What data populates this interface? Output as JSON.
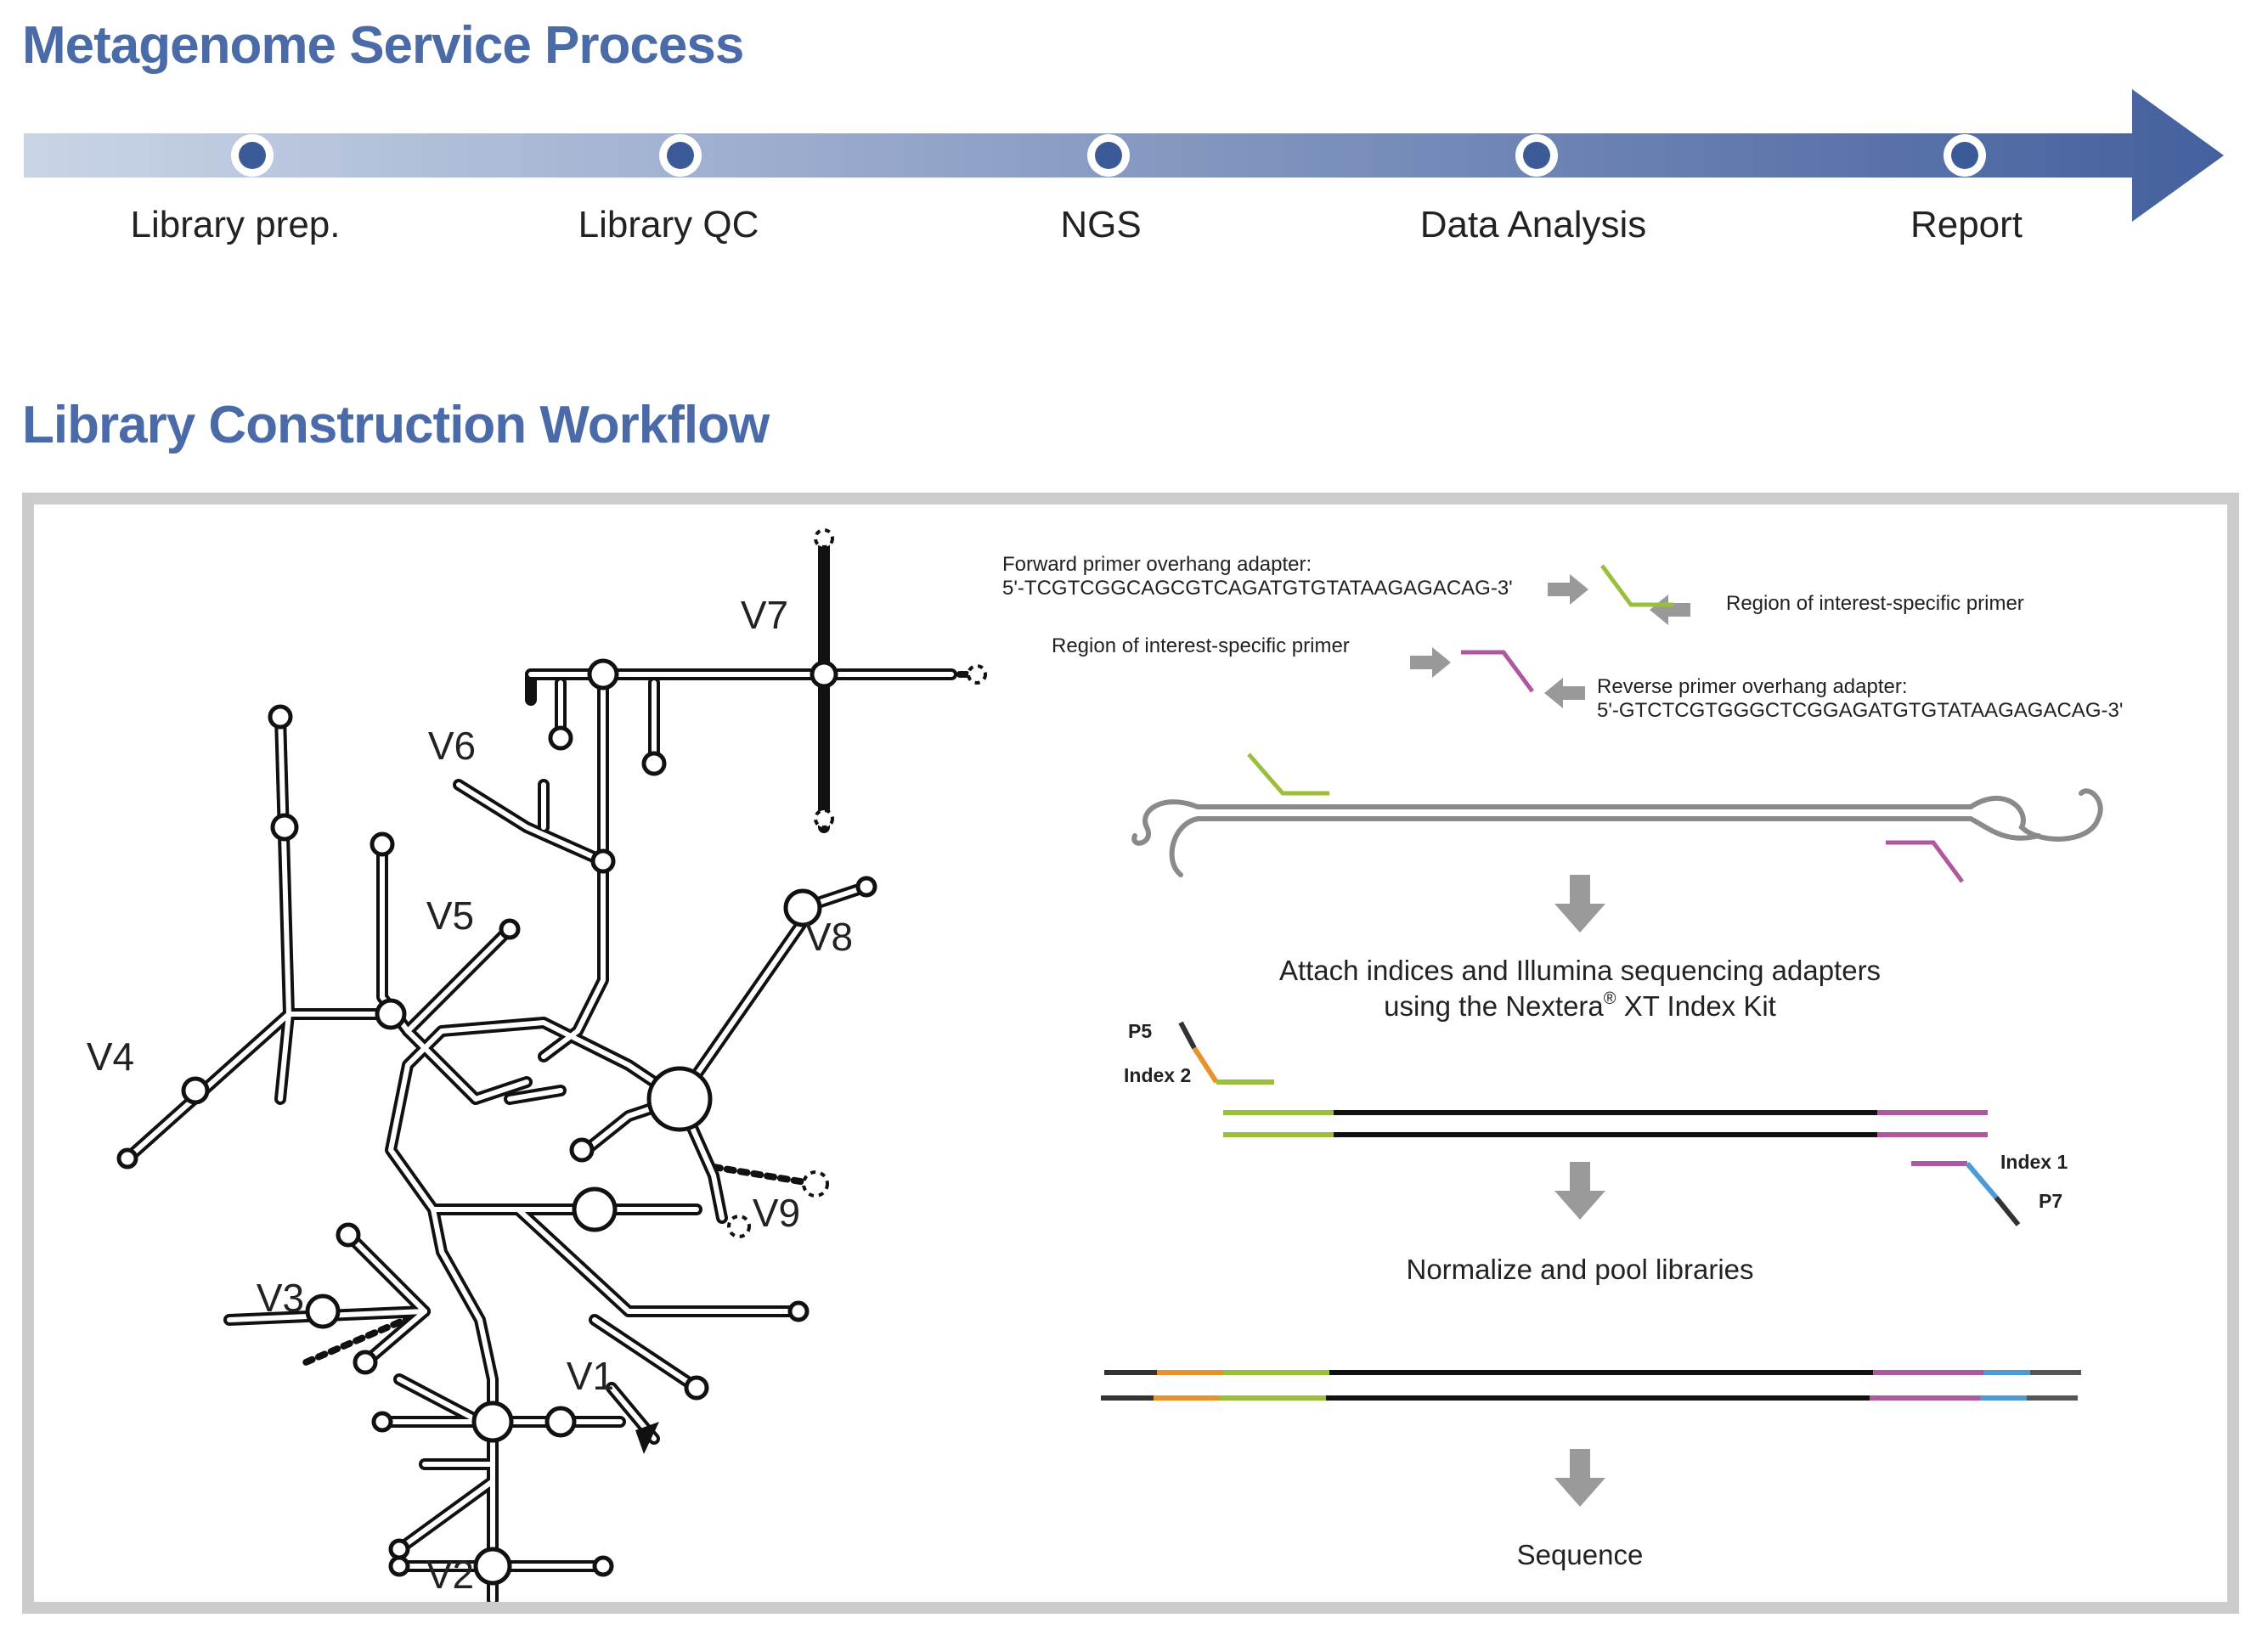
{
  "titles": {
    "process": "Metagenome Service Process",
    "workflow": "Library Construction Workflow"
  },
  "steps": [
    {
      "label": "Library prep."
    },
    {
      "label": "Library QC"
    },
    {
      "label": "NGS"
    },
    {
      "label": "Data Analysis"
    },
    {
      "label": "Report"
    }
  ],
  "colors": {
    "title": "#4a6ba8",
    "timeline_start": "#c9d4e6",
    "timeline_end": "#44609e",
    "green": "#9cbf3b",
    "magenta": "#b0589f",
    "orange": "#e8922e",
    "blue": "#4d9bd6",
    "gray": "#8a8a8a"
  },
  "rrna": {
    "regions": [
      "V1",
      "V2",
      "V3",
      "V4",
      "V5",
      "V6",
      "V7",
      "V8",
      "V9"
    ]
  },
  "workflow": {
    "forward_adapter_label": "Forward primer overhang adapter:",
    "forward_adapter_seq": "5'-TCGTCGGCAGCGTCAGATGTGTATAAGAGACAG-3'",
    "roi_primer_right": "Region of interest-specific primer",
    "roi_primer_left": "Region of interest-specific primer",
    "reverse_adapter_label": "Reverse primer overhang adapter:",
    "reverse_adapter_seq": "5'-GTCTCGTGGGCTCGGAGATGTGTATAAGAGACAG-3'",
    "attach_line1": "Attach indices and Illumina sequencing adapters",
    "attach_line2": "using the Nextera",
    "registered": "®",
    "attach_line2b": " XT Index Kit",
    "p5": "P5",
    "index2": "Index 2",
    "index1": "Index 1",
    "p7": "P7",
    "normalize": "Normalize and pool libraries",
    "sequence": "Sequence"
  }
}
